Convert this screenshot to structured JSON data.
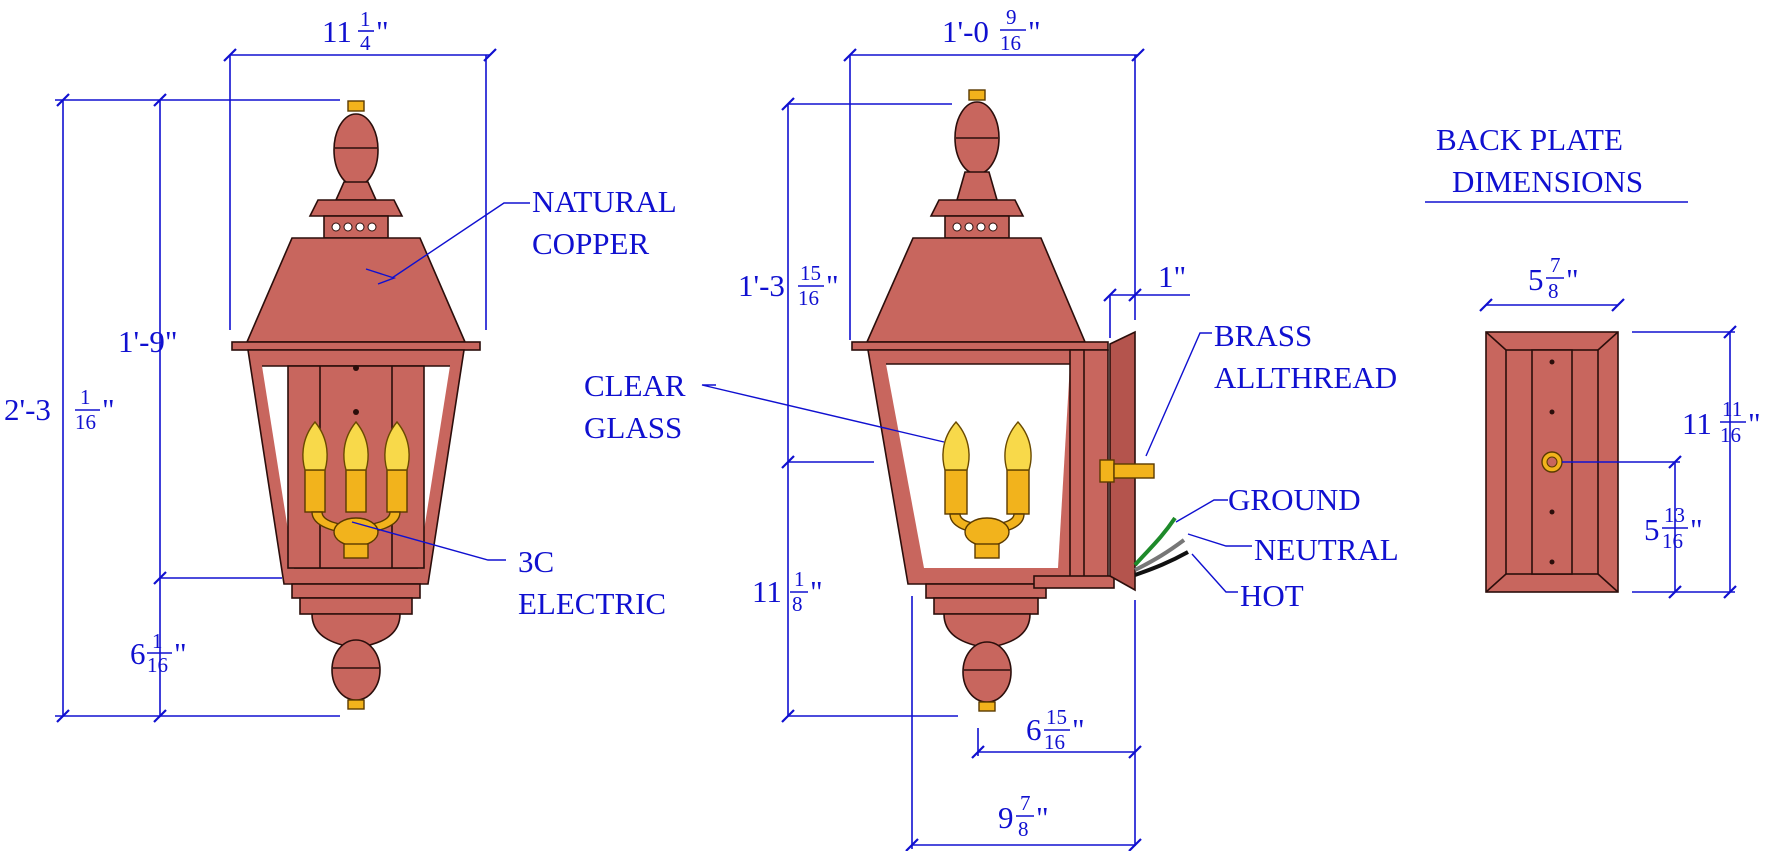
{
  "front_view": {
    "width_whole": "11",
    "width_num": "1",
    "width_den": "4",
    "height_overall_whole": "2'-3",
    "height_overall_num": "1",
    "height_overall_den": "16",
    "height_body": "1'-9\"",
    "height_bottom_whole": "6",
    "height_bottom_num": "1",
    "height_bottom_den": "16"
  },
  "side_view": {
    "depth_whole": "1'-0",
    "depth_num": "9",
    "depth_den": "16",
    "height_upper_whole": "1'-3",
    "height_upper_num": "15",
    "height_upper_den": "16",
    "plate_thickness": "1\"",
    "height_lower_whole": "11",
    "height_lower_num": "1",
    "height_lower_den": "8",
    "offset_whole": "6",
    "offset_num": "15",
    "offset_den": "16",
    "base_depth_whole": "9",
    "base_depth_num": "7",
    "base_depth_den": "8"
  },
  "callouts": {
    "natural_copper_1": "NATURAL",
    "natural_copper_2": "COPPER",
    "electric_1": "3C",
    "electric_2": "ELECTRIC",
    "clear_glass_1": "CLEAR",
    "clear_glass_2": "GLASS",
    "brass_1": "BRASS",
    "brass_2": "ALLTHREAD",
    "ground": "GROUND",
    "neutral": "NEUTRAL",
    "hot": "HOT"
  },
  "back_plate": {
    "title_1": "BACK PLATE",
    "title_2": "DIMENSIONS",
    "width_whole": "5",
    "width_num": "7",
    "width_den": "8",
    "height_whole": "11",
    "height_num": "11",
    "height_den": "16",
    "center_whole": "5",
    "center_num": "13",
    "center_den": "16"
  },
  "colors": {
    "dimension": "#1010d0",
    "copper": "#c8665e",
    "brass": "#f2b31c"
  }
}
